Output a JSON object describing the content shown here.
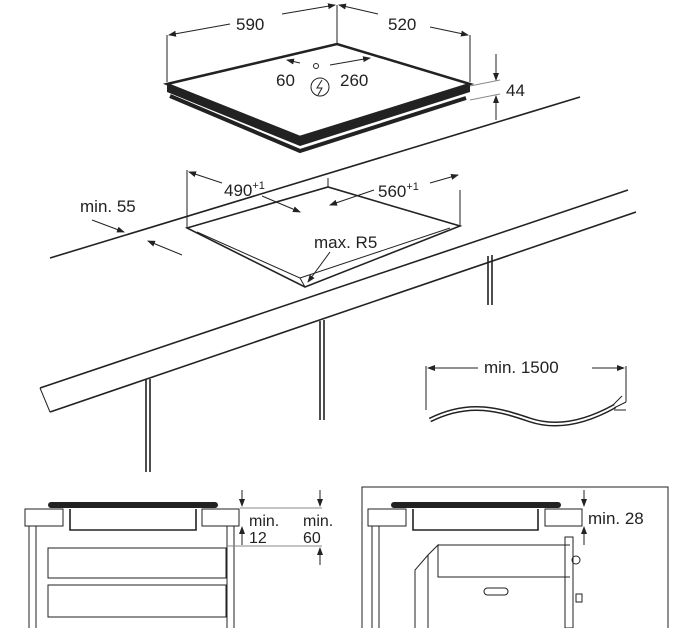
{
  "hob": {
    "width": "590",
    "depth": "520",
    "height": "44",
    "connection_left": "60",
    "connection_right": "260",
    "power_symbol": "power-connection-icon"
  },
  "cutout": {
    "width": "490",
    "width_tolerance": "+1",
    "depth": "560",
    "depth_tolerance": "+1",
    "edge_distance": "min. 55",
    "corner_radius": "max. R5"
  },
  "cable": {
    "length": "min. 1500"
  },
  "section_drawer": {
    "gap_label_1": "min.",
    "gap_value_1": "12",
    "gap_label_2": "min.",
    "gap_value_2": "60"
  },
  "section_oven": {
    "gap": "min. 28"
  }
}
